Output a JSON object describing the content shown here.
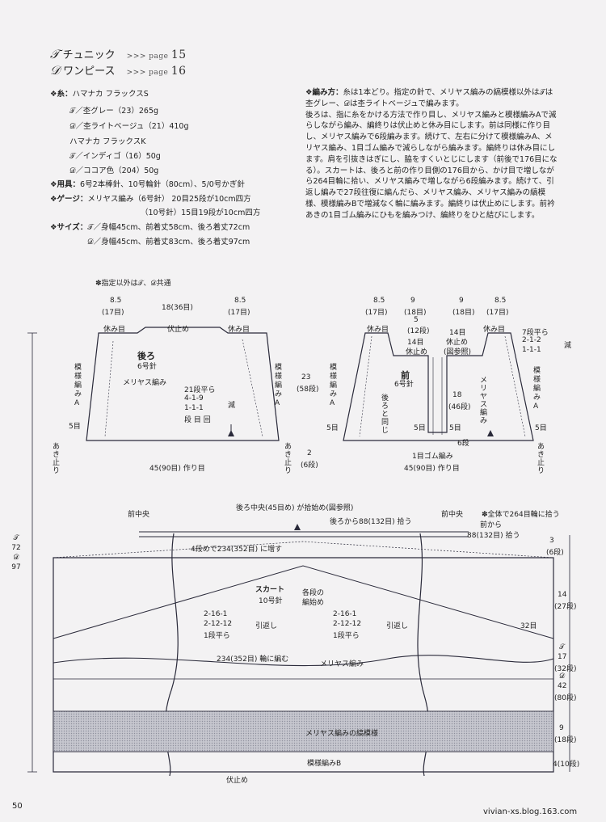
{
  "header": {
    "tunic_mark": "𝒯",
    "tunic_label": "チュニック",
    "tunic_page_prefix": ">>> page",
    "tunic_page": "15",
    "dress_mark": "𝒟",
    "dress_label": "ワンピース",
    "dress_page_prefix": ">>> page",
    "dress_page": "16"
  },
  "materials": {
    "yarn_head": "❖糸：",
    "yarn_line1": "ハマナカ フラックスS",
    "yarn_line2": "𝒯／杢グレー（23）265g",
    "yarn_line3": "𝒟／杢ライトベージュ（21）410g",
    "yarn_line4": "ハマナカ フラックスK",
    "yarn_line5": "𝒯／インディゴ（16）50g",
    "yarn_line6": "𝒟／ココア色（204）50g",
    "tools_head": "❖用具：",
    "tools_text": "6号2本棒針、10号輪針（80cm）、5/0号かぎ針",
    "gauge_head": "❖ゲージ：",
    "gauge_text1": "メリヤス編み（6号針） 20目25段が10cm四方",
    "gauge_text2": "（10号針）15目19段が10cm四方",
    "size_head": "❖サイズ：",
    "size_text1": "𝒯／身幅45cm、前着丈58cm、後ろ着丈72cm",
    "size_text2": "𝒟／身幅45cm、前着丈83cm、後ろ着丈97cm"
  },
  "instructions": {
    "head": "❖編み方：",
    "p1": "糸は1本どり。指定の針で、メリヤス編みの縞模様以外は𝒯は杢グレー、𝒟は杢ライトベージュで編みます。",
    "p2": "後ろは、指に糸をかける方法で作り目し、メリヤス編みと模様編みAで減らしながら編み、編終りは伏止めと休み目にします。前は同様に作り目し、メリヤス編みで6段編みます。続けて、左右に分けて模様編みA、メリヤス編み、1目ゴム編みで減らしながら編みます。編終りは休み目にします。肩を引抜きはぎにし、脇をすくいとじにします（前後で176目になる）。スカートは、後ろと前の作り目側の176目から、かけ目で増しながら264目輪に拾い、メリヤス編みで増しながら6段編みます。続けて、引返し編みで27段往復に編んだら、メリヤス編み、メリヤス編みの縞模様、模様編みBで増減なく輪に編みます。編終りは伏止めにします。前衿あきの1目ゴム編みにひもを編みつけ、編終りをひと結びにします。"
  },
  "diagram": {
    "note": "✽指定以外は𝒯、𝒟共通",
    "back": {
      "top_left": "8.5",
      "top_left_st": "(17目)",
      "top_mid": "18(36目)",
      "top_right": "8.5",
      "top_right_st": "(17目)",
      "rest_l": "休み目",
      "bind_off": "伏止め",
      "rest_r": "休み目",
      "title": "後ろ",
      "needle": "6号針",
      "stitch": "メリヤス編み",
      "pattern_l": [
        "模",
        "様",
        "編",
        "み",
        "A"
      ],
      "pattern_r": [
        "模",
        "様",
        "編",
        "み",
        "A"
      ],
      "dec1": "21段平ら",
      "dec2": "4-1-9",
      "dec3": "1-1-1",
      "dec4": "段 目 回",
      "dec_label": "減",
      "five_rows": "5目",
      "slit_stop_l": "あき止り",
      "slit_stop_r": "あき止り",
      "cast_on": "45(90目) 作り目"
    },
    "front": {
      "t1": "8.5",
      "t1s": "(17目)",
      "t2": "9",
      "t2s": "(18目)",
      "t3": "9",
      "t3s": "(18目)",
      "t4": "8.5",
      "t4s": "(17目)",
      "five": "5",
      "five_st": "(12段)",
      "c14l": "14目",
      "c14l_sub": "休止め",
      "c14r": "14目",
      "c14r_sub1": "休止め",
      "c14r_sub2": "(図参照)",
      "rest_l": "休み目",
      "rest_r": "休み目",
      "dec_title": "7段平ら",
      "dec_a": "2-1-2",
      "dec_b": "1-1-1",
      "dec_label": "減",
      "title": "前",
      "needle": "6号針",
      "same_as_back": "後ろと同じ",
      "eighteen": "18",
      "eighteen_st": "(46段)",
      "stitch": "メリヤス編み",
      "pattern_l": [
        "模",
        "様",
        "編",
        "み",
        "A"
      ],
      "pattern_r": [
        "模",
        "様",
        "編",
        "み",
        "A"
      ],
      "five_l": "5目",
      "five_r": "5目",
      "six_rows": "6段",
      "rib": "1目ゴム編み",
      "slit_stop_r": "あき止り",
      "cast_on": "45(90目) 作り目",
      "height": "23",
      "height_st": "(58段)",
      "side2": "2",
      "side2_st": "(6段)"
    },
    "left_height": {
      "t": "𝒯",
      "tv": "72",
      "d": "𝒟",
      "dv": "97"
    },
    "skirt": {
      "front_center_l": "前中央",
      "back_center": "後ろ中央(45目め) が拾始め(図参照)",
      "pick_back": "後ろから88(132目) 拾う",
      "front_center_r": "前中央",
      "note_all": "✽全体で264目輪に拾う",
      "pick_front": "前から",
      "pick_front2": "88(132目) 拾う",
      "inc_row4": "4段めで234(352目) に増す",
      "title": "スカート",
      "needle": "10号針",
      "each_row": "各段の",
      "each_row2": "編始め",
      "sr_l1": "2-16-1",
      "sr_l2": "2-12-12",
      "sr_l3": "1段平ら",
      "sr_lab_l": "引返し",
      "sr_r1": "2-16-1",
      "sr_r2": "2-12-12",
      "sr_r3": "1段平ら",
      "sr_lab_r": "引返し",
      "st32": "32目",
      "knit_round": "234(352目) 輪に編む",
      "stitch": "メリヤス編み",
      "stripe": "メリヤス編みの縞模様",
      "pattern_b": "模様編みB",
      "bind_off": "伏止め",
      "r_3": "3",
      "r_3s": "(6段)",
      "r_14": "14",
      "r_14s": "(27段)",
      "r_t": "𝒯",
      "r_17": "17",
      "r_17s": "(32段)",
      "r_d": "𝒟",
      "r_42": "42",
      "r_42s": "(80段)",
      "r_9": "9",
      "r_9s": "(18段)",
      "r_4": "4(10段)"
    }
  },
  "footer": {
    "page_no": "50",
    "site": "vivian-xs.blog.163.com"
  },
  "colors": {
    "stripe_fill": "#b8b9c2",
    "line": "#2a2a3a"
  }
}
